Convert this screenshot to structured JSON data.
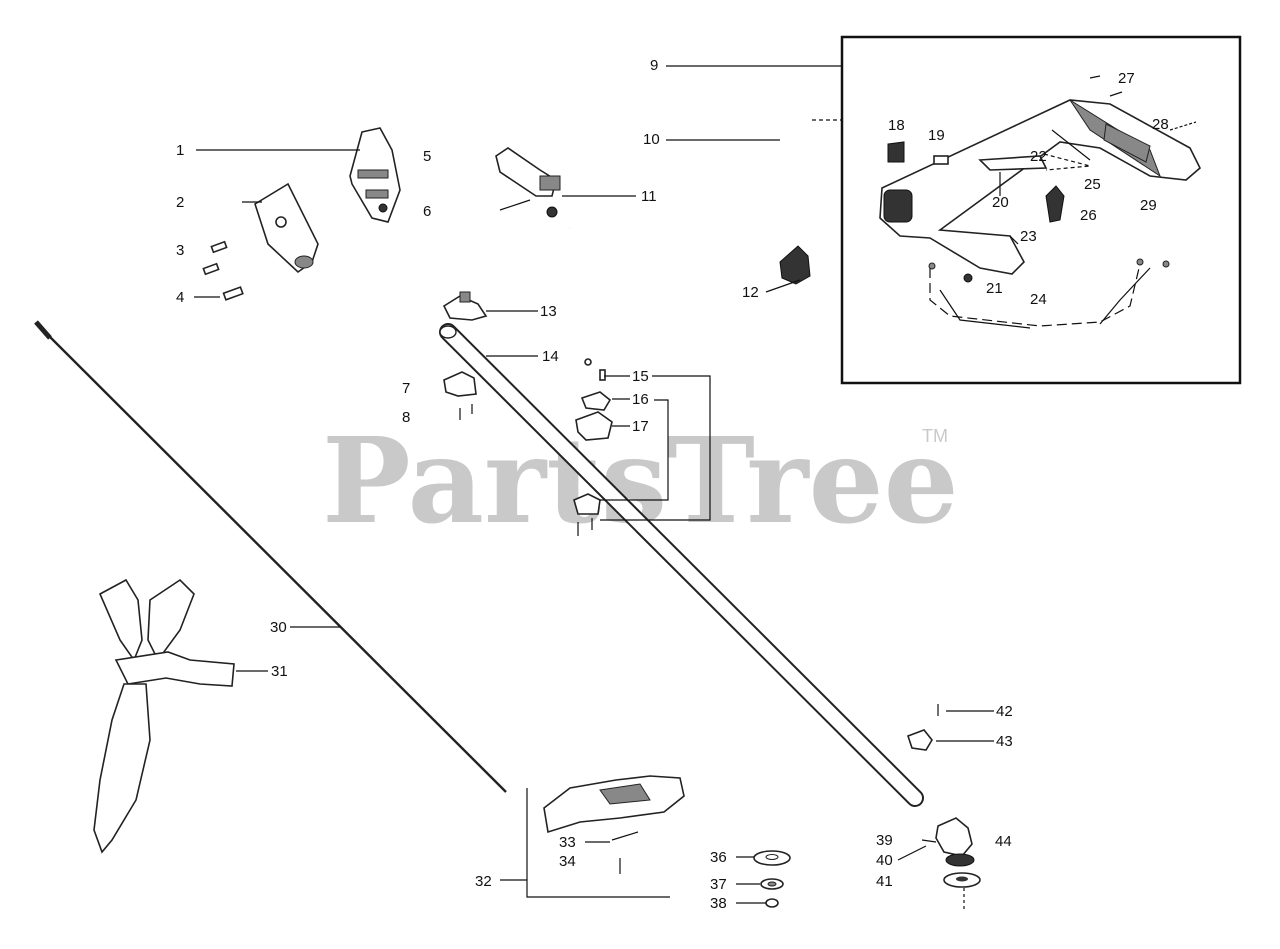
{
  "watermark": {
    "text": "PartsTree",
    "tm": "TM"
  },
  "callouts": {
    "c1": "1",
    "c2": "2",
    "c3": "3",
    "c4": "4",
    "c5": "5",
    "c6": "6",
    "c7": "7",
    "c8": "8",
    "c9": "9",
    "c10": "10",
    "c11": "11",
    "c12": "12",
    "c13": "13",
    "c14": "14",
    "c15": "15",
    "c16": "16",
    "c17": "17",
    "c18": "18",
    "c19": "19",
    "c20": "20",
    "c21": "21",
    "c22": "22",
    "c23": "23",
    "c24": "24",
    "c25": "25",
    "c26": "26",
    "c27": "27",
    "c28": "28",
    "c29": "29",
    "c30": "30",
    "c31": "31",
    "c32": "32",
    "c33": "33",
    "c34": "34",
    "c36": "36",
    "c37": "37",
    "c38": "38",
    "c39": "39",
    "c40": "40",
    "c41": "41",
    "c42": "42",
    "c43": "43",
    "c44": "44"
  }
}
